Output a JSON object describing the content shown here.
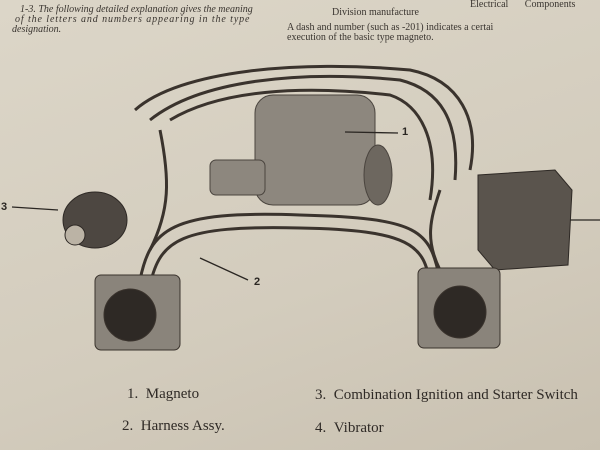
{
  "left_text": {
    "line1": "1-3. The following detailed explanation gives the meaning",
    "line2": "of the letters and numbers appearing in the type",
    "line3": "designation."
  },
  "right_text": {
    "top_partial": "Electrical Components",
    "line0": "Division manufacture",
    "line1": "A dash and number (such as -201) indicates a certai",
    "line2": "execution of the basic type magneto."
  },
  "callouts": [
    "1",
    "2",
    "3"
  ],
  "legend": [
    {
      "num": "1.",
      "label": "Magneto"
    },
    {
      "num": "2.",
      "label": "Harness Assy."
    },
    {
      "num": "3.",
      "label": "Combination Ignition and Starter Switch"
    },
    {
      "num": "4.",
      "label": "Vibrator"
    }
  ]
}
